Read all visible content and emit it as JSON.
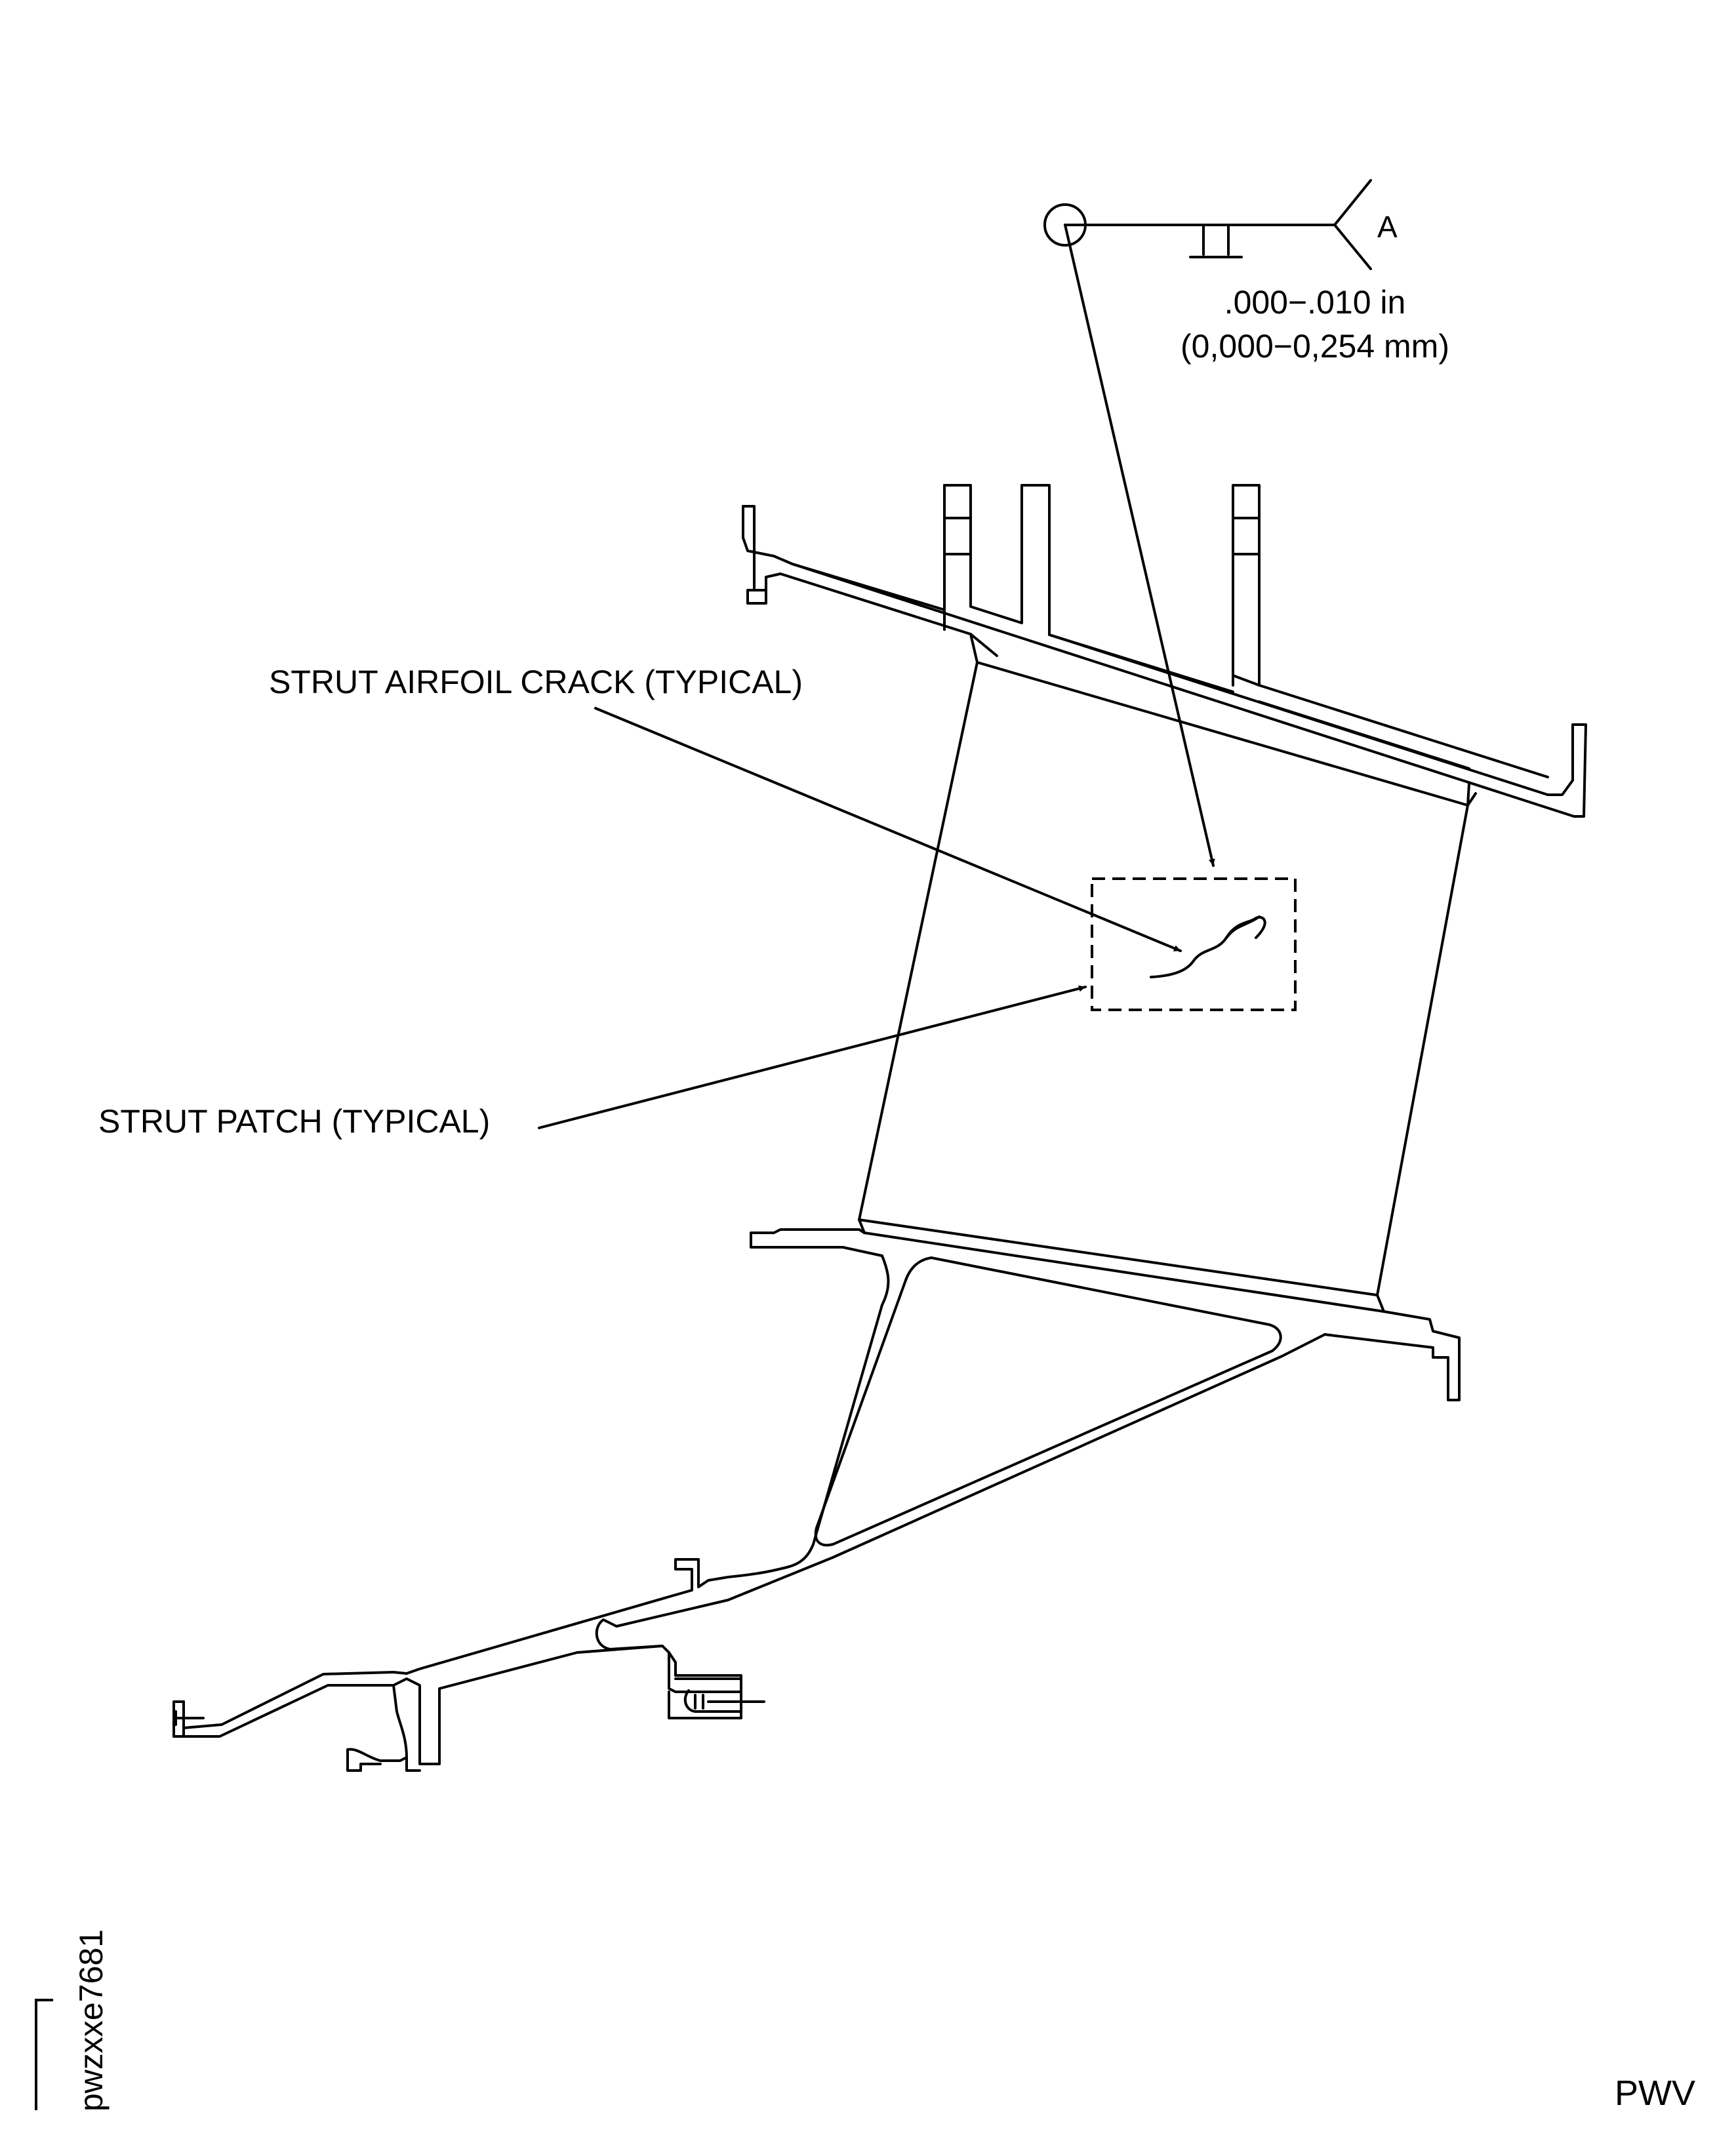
{
  "tolerance": {
    "datum_letter": "A",
    "imperial": ".000−.010 in",
    "metric": "(0,000−0,254 mm)"
  },
  "labels": {
    "crack": "STRUT AIRFOIL CRACK (TYPICAL)",
    "patch": "STRUT PATCH (TYPICAL)"
  },
  "figure_id": "pwzxxe7681",
  "corner_code": "PWV"
}
